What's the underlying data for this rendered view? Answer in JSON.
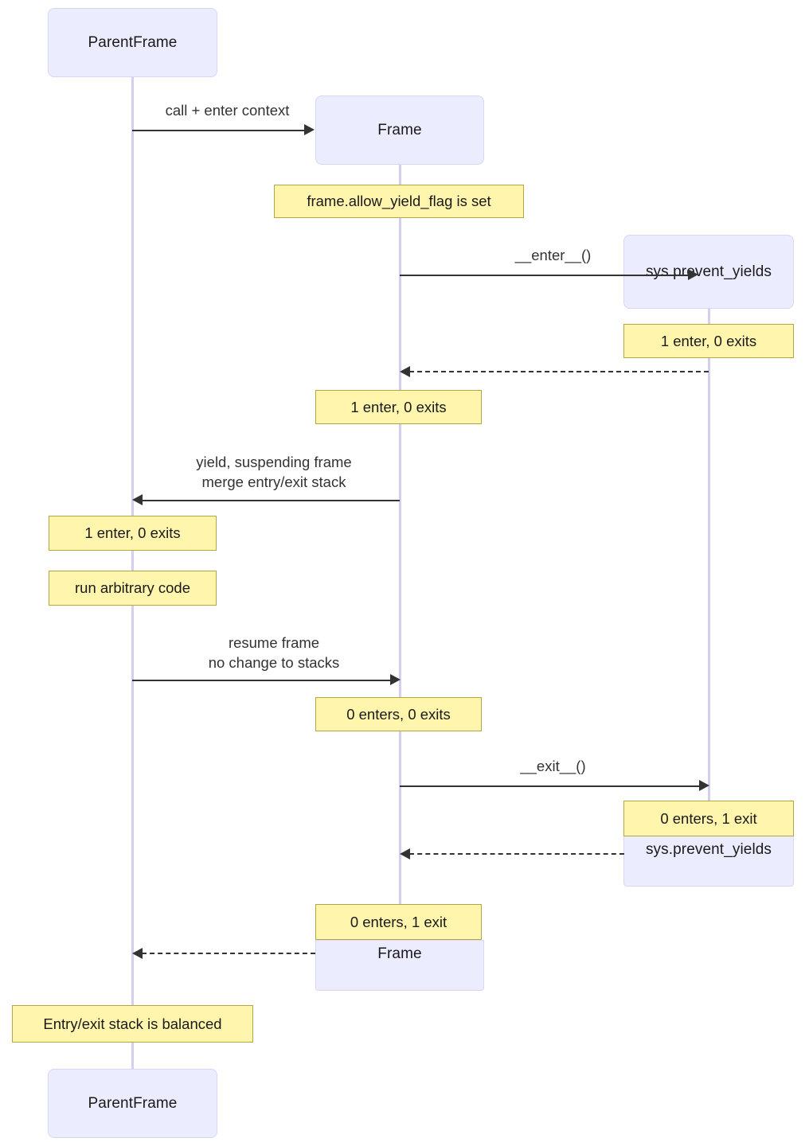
{
  "diagram": {
    "type": "sequence-diagram",
    "title": "",
    "background_color": "#ffffff",
    "actor_fill": "#ECECFF",
    "actor_border": "#d7d7f5",
    "note_fill": "#FFF5AD",
    "note_border": "#b5a642",
    "line_color": "#333333",
    "lifeline_color": "#d7cdf0"
  },
  "participants": [
    {
      "id": "parent",
      "label": "ParentFrame"
    },
    {
      "id": "frame",
      "label": "Frame"
    },
    {
      "id": "prevent",
      "label": "sys.prevent_yields"
    }
  ],
  "bottom_participants": [
    {
      "id": "parent",
      "label": "ParentFrame"
    },
    {
      "id": "frame",
      "label": "Frame"
    },
    {
      "id": "prevent",
      "label": "sys.prevent_yields"
    }
  ],
  "messages": [
    {
      "id": "m1",
      "label": "call + enter context",
      "from": "parent",
      "to": "frame",
      "style": "solid"
    },
    {
      "id": "m2",
      "label": "__enter__()",
      "from": "frame",
      "to": "prevent",
      "style": "solid"
    },
    {
      "id": "m3",
      "label": "",
      "from": "prevent",
      "to": "frame",
      "style": "dashed"
    },
    {
      "id": "m4",
      "label_line1": "yield, suspending frame",
      "label_line2": "merge entry/exit stack",
      "from": "frame",
      "to": "parent",
      "style": "solid"
    },
    {
      "id": "m5",
      "label_line1": "resume frame",
      "label_line2": "no change to stacks",
      "from": "parent",
      "to": "frame",
      "style": "solid"
    },
    {
      "id": "m6",
      "label": "__exit__()",
      "from": "frame",
      "to": "prevent",
      "style": "solid"
    },
    {
      "id": "m7",
      "label": "",
      "from": "prevent",
      "to": "frame",
      "style": "dashed"
    },
    {
      "id": "m8",
      "label": "",
      "from": "frame",
      "to": "parent",
      "style": "dashed"
    }
  ],
  "notes": [
    {
      "id": "n1",
      "text": "frame.allow_yield_flag is set",
      "over": "frame"
    },
    {
      "id": "n2",
      "text": "1 enter, 0 exits",
      "over": "prevent"
    },
    {
      "id": "n3",
      "text": "1 enter, 0 exits",
      "over": "frame"
    },
    {
      "id": "n4",
      "text": "1 enter, 0 exits",
      "over": "parent"
    },
    {
      "id": "n5",
      "text": "run arbitrary code",
      "over": "parent"
    },
    {
      "id": "n6",
      "text": "0 enters, 0 exits",
      "over": "frame"
    },
    {
      "id": "n7",
      "text": "0 enters, 1 exit",
      "over": "prevent"
    },
    {
      "id": "n8",
      "text": "0 enters, 1 exit",
      "over": "frame"
    },
    {
      "id": "n9",
      "text": "Entry/exit stack is balanced",
      "over": "parent"
    }
  ]
}
